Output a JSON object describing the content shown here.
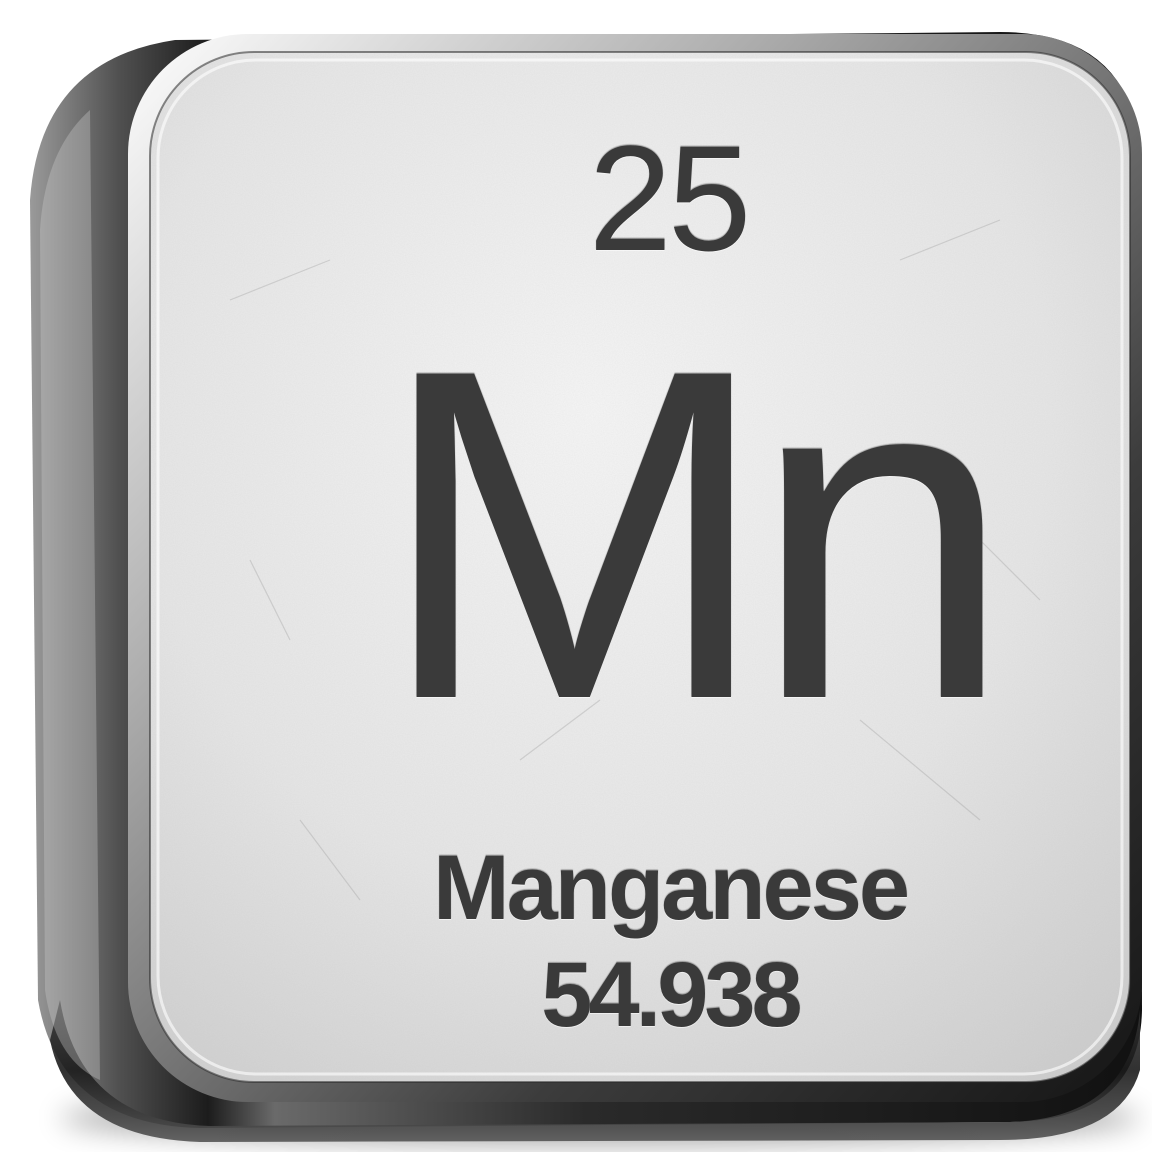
{
  "element": {
    "atomic_number": "25",
    "symbol": "Mn",
    "name": "Manganese",
    "atomic_mass": "54.938"
  },
  "colors": {
    "face_light": "#f2f2f2",
    "face_mid": "#d8d8d8",
    "side_dark": "#1e1e1e",
    "side_mid": "#7a7a7a",
    "text": "#3a3a3a",
    "background": "#ffffff"
  }
}
